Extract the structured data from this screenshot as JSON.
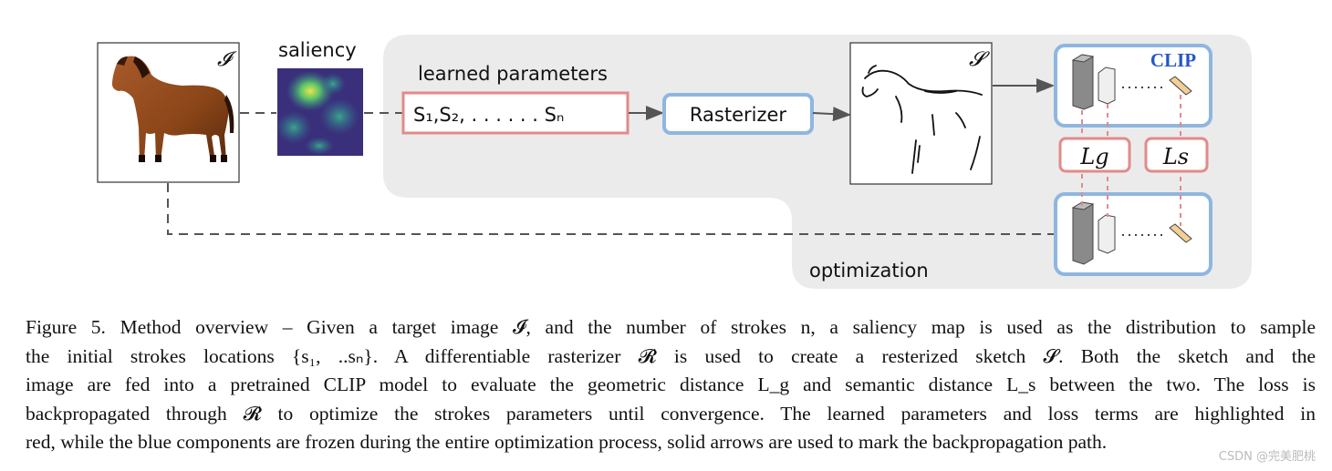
{
  "labels": {
    "input_symbol": "𝓘",
    "saliency": "saliency",
    "learned_parameters": "learned parameters",
    "strokes": "S₁,S₂, . . . . . . Sₙ",
    "rasterizer": "Rasterizer",
    "sketch_symbol": "𝓢",
    "clip": "CLIP",
    "loss_geometric": "Lg",
    "loss_semantic": "Ls",
    "optimization": "optimization"
  },
  "caption_lines": [
    "Figure 5.  Method overview – Given a target image 𝓘, and the number of strokes n, a saliency map is used as the distribution to sample",
    "the initial strokes locations {s₁, ..sₙ}.  A differentiable rasterizer 𝓡 is used to create a resterized sketch 𝓢.  Both the sketch and the",
    "image are fed into a pretrained CLIP model to evaluate the geometric distance L_g and semantic distance L_s between the two. The loss is",
    "backpropagated through 𝓡 to optimize the strokes parameters until convergence. The learned parameters and loss terms are highlighted in",
    "red, while the blue components are frozen during the entire optimization process, solid arrows are used to mark the backpropagation path."
  ],
  "watermark": "CSDN @完美肥桃",
  "colors": {
    "learned_red": "#e38a8a",
    "frozen_blue": "#8fb6e0",
    "clip_text": "#2456c8",
    "panel_gray": "#ebebeb"
  }
}
